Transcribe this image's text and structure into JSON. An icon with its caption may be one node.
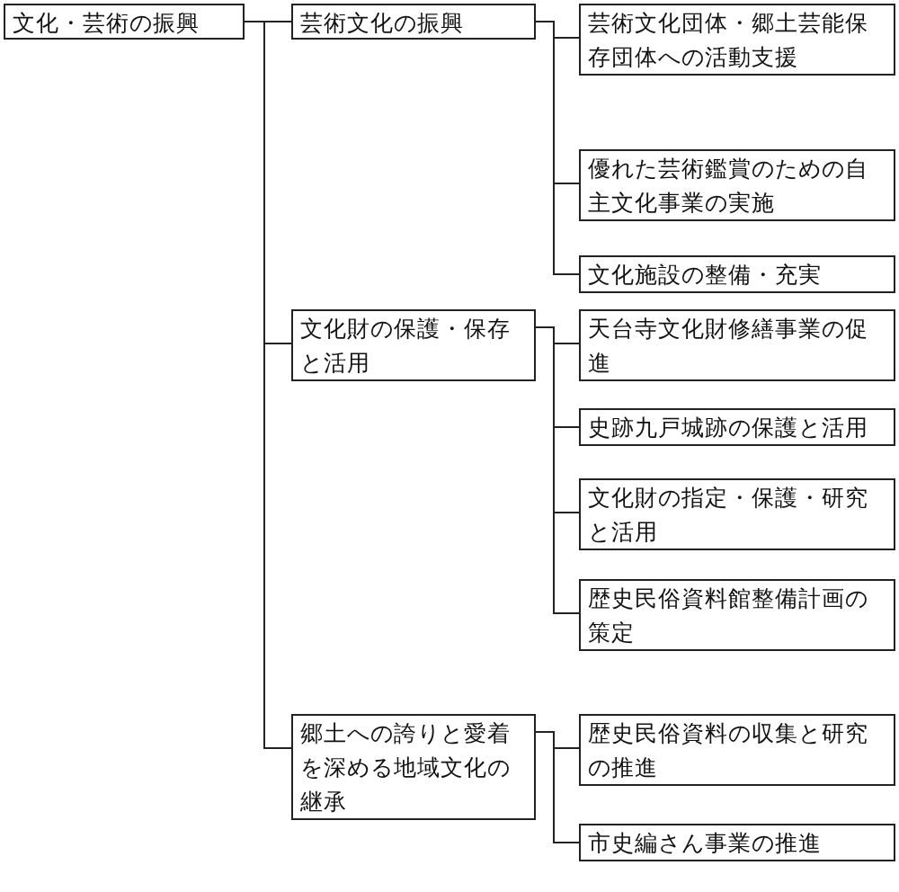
{
  "diagram": {
    "nodes": [
      {
        "text": [
          "文化・芸術の振興"
        ]
      },
      {
        "text": [
          "芸術文化の振興"
        ]
      },
      {
        "text": [
          "芸術文化団体・郷土芸能保存団体への活動支援"
        ]
      },
      {
        "text": [
          "優れた芸術鑑賞のための自主文化事業の実施"
        ]
      },
      {
        "text": [
          "文化施設の整備・充実"
        ]
      },
      {
        "text": [
          "文化財の保護・保存と活用"
        ]
      },
      {
        "text": [
          "天台寺文化財修繕事業の促進"
        ]
      },
      {
        "text": [
          "史跡九戸城跡の保護と活用"
        ]
      },
      {
        "text": [
          "文化財の指定・保護・研究と活用"
        ]
      },
      {
        "text": [
          "歴史民俗資料館整備計画の策定"
        ]
      },
      {
        "text": [
          "郷土への誇りと愛着を深める地域文化の継承"
        ]
      },
      {
        "text": [
          "歴史民俗資料の収集と研究の推進"
        ]
      },
      {
        "text": [
          "市史編さん事業の推進"
        ]
      }
    ],
    "edges": [
      {
        "from": 0,
        "to": 1,
        "arrow": "none"
      },
      {
        "from": 0,
        "to": 5,
        "arrow": "none"
      },
      {
        "from": 0,
        "to": 10,
        "arrow": "none"
      },
      {
        "from": 1,
        "to": 2,
        "arrow": "none"
      },
      {
        "from": 1,
        "to": 3,
        "arrow": "none"
      },
      {
        "from": 1,
        "to": 4,
        "arrow": "none"
      },
      {
        "from": 5,
        "to": 6,
        "arrow": "none"
      },
      {
        "from": 5,
        "to": 7,
        "arrow": "none"
      },
      {
        "from": 5,
        "to": 8,
        "arrow": "none"
      },
      {
        "from": 5,
        "to": 9,
        "arrow": "none"
      },
      {
        "from": 10,
        "to": 11,
        "arrow": "none"
      },
      {
        "from": 10,
        "to": 12,
        "arrow": "none"
      }
    ]
  }
}
